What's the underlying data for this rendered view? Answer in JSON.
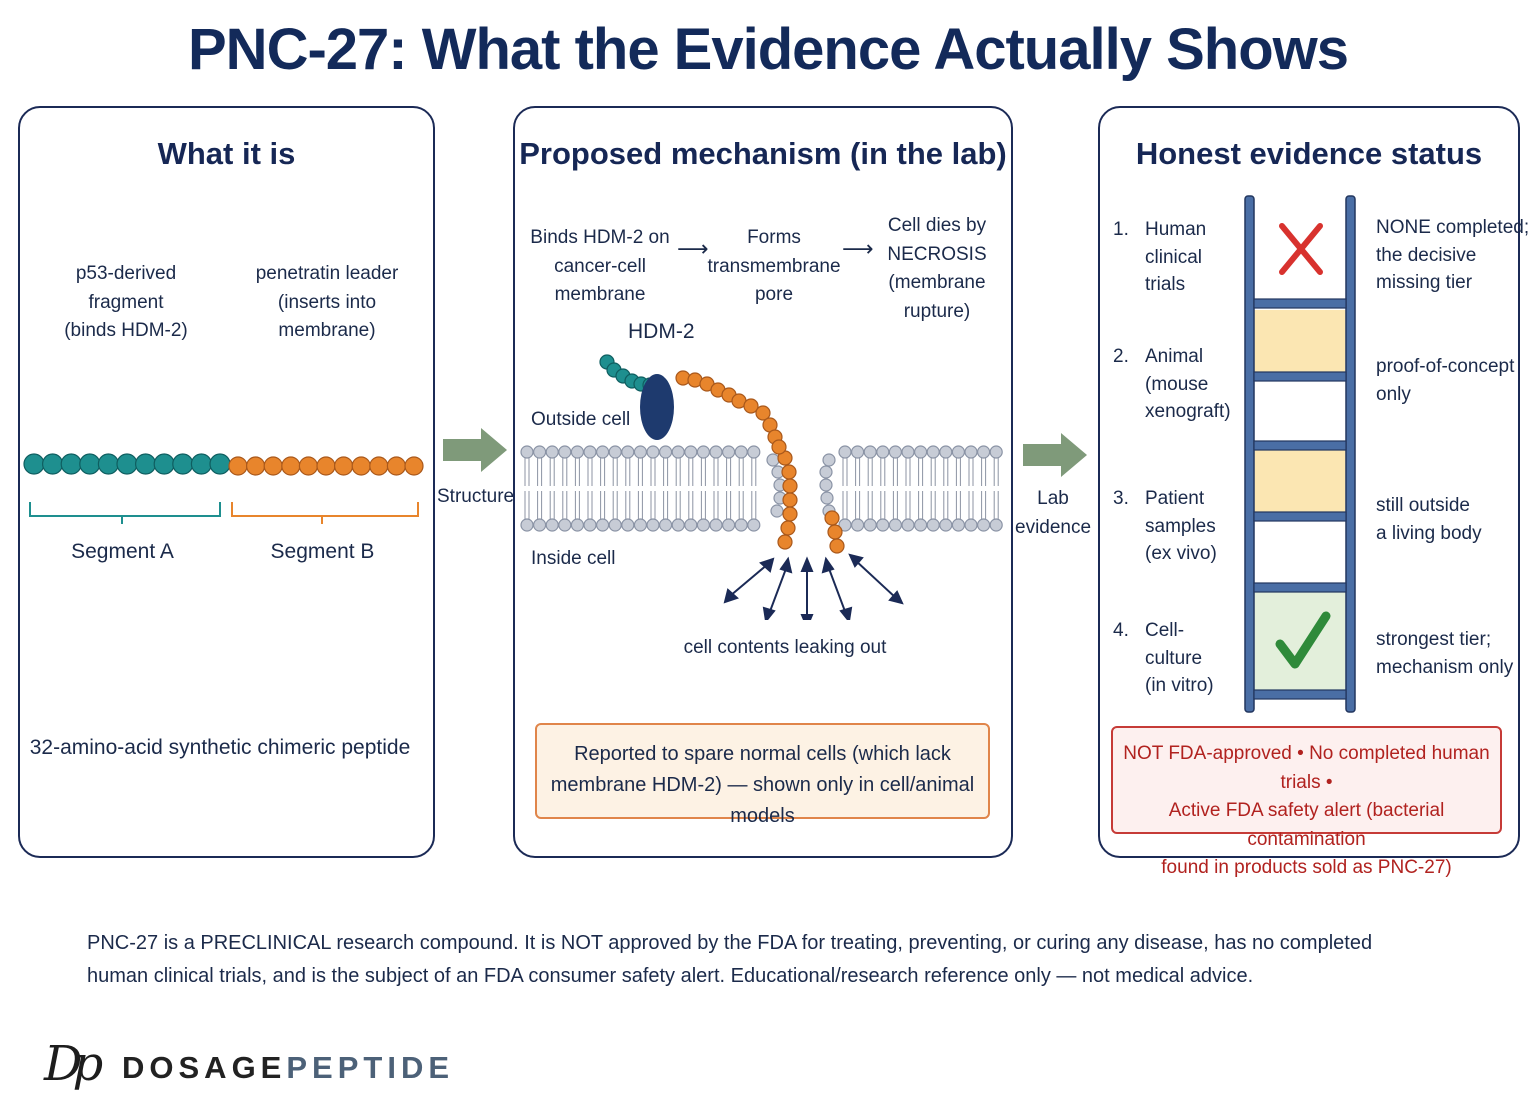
{
  "title": "PNC-27: What the Evidence Actually Shows",
  "panel1": {
    "heading": "What it is",
    "fragment_a": "p53-derived fragment",
    "fragment_a_sub": "(binds HDM-2)",
    "fragment_b": "penetratin leader",
    "fragment_b_sub": "(inserts into membrane)",
    "segment_a": "Segment A",
    "segment_b": "Segment B",
    "footer": "32-amino-acid synthetic chimeric peptide"
  },
  "arrow1_label": "Structure",
  "panel2": {
    "heading": "Proposed mechanism (in the lab)",
    "step1_line1": "Binds HDM-2 on",
    "step1_line2": "cancer-cell membrane",
    "step2_line1": "Forms",
    "step2_line2": "transmembrane pore",
    "step3_line1": "Cell dies by",
    "step3_line2": "NECROSIS",
    "step3_line3": "(membrane rupture)",
    "hdm2": "HDM-2",
    "outside": "Outside cell",
    "inside": "Inside cell",
    "leak": "cell contents leaking out",
    "callout_line1": "Reported to spare normal cells (which lack",
    "callout_line2": "membrane HDM-2) — shown only in cell/animal models"
  },
  "arrow2_label_line1": "Lab",
  "arrow2_label_line2": "evidence",
  "panel3": {
    "heading": "Honest evidence status",
    "tiers": [
      {
        "num": "1.",
        "name_lines": [
          "Human",
          "clinical trials"
        ],
        "status_lines": [
          "NONE completed;",
          "the decisive",
          "missing tier"
        ],
        "mark": "x-icon"
      },
      {
        "num": "2.",
        "name_lines": [
          "Animal",
          "(mouse",
          "xenograft)"
        ],
        "status_lines": [
          "proof-of-concept",
          "only"
        ],
        "mark": "none"
      },
      {
        "num": "3.",
        "name_lines": [
          "Patient",
          "samples",
          "(ex vivo)"
        ],
        "status_lines": [
          "still outside",
          "a living body"
        ],
        "mark": "none"
      },
      {
        "num": "4.",
        "name_lines": [
          "Cell-culture",
          "(in vitro)"
        ],
        "status_lines": [
          "strongest tier;",
          "mechanism only"
        ],
        "mark": "check-icon"
      }
    ],
    "warning_line1": "NOT FDA-approved • No completed human trials •",
    "warning_line2": "Active FDA safety alert (bacterial contamination",
    "warning_line3": "found in products sold as PNC-27)"
  },
  "disclaimer_line1": "PNC-27 is a PRECLINICAL research compound. It is NOT approved by the FDA for treating, preventing, or curing any disease, has no completed",
  "disclaimer_line2": "human clinical trials, and is the subject of an FDA consumer safety alert. Educational/research reference only — not medical advice.",
  "logo": {
    "mark": "Dp",
    "word_a": "DOSAGE",
    "word_b": "PEPTIDE"
  },
  "colors": {
    "navy": "#132a5a",
    "teal": "#1e8f8f",
    "orange": "#e8852c",
    "arrow_green": "#7f9a7a",
    "ladder_blue": "#4a6ea5",
    "tier_yellow": "#fbe6b2",
    "tier_green": "#e3efdb",
    "x_red": "#d8322e",
    "check_green": "#2f8a3a",
    "warn_red": "#c63b37"
  }
}
